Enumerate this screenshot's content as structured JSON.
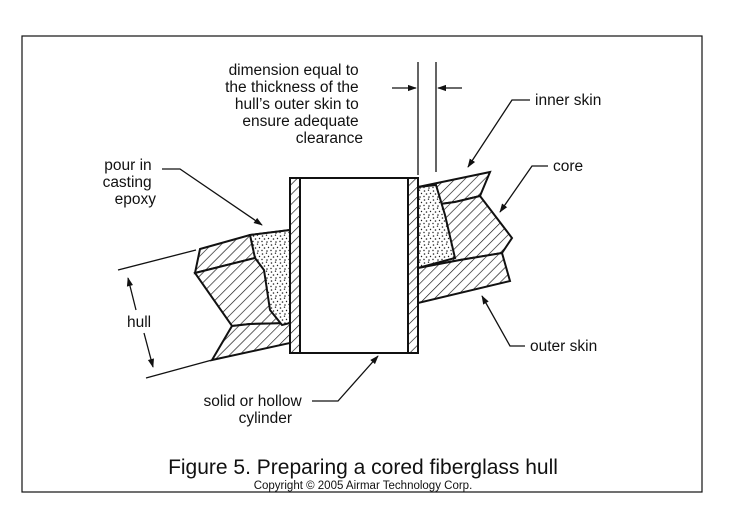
{
  "figure": {
    "title": "Figure 5. Preparing a cored fiberglass hull",
    "copyright": "Copyright © 2005 Airmar Technology Corp."
  },
  "labels": {
    "dimension": [
      "dimension equal to",
      "the thickness of the",
      "hull’s outer skin to",
      "ensure adequate",
      "clearance"
    ],
    "inner_skin": "inner skin",
    "core": "core",
    "pour": [
      "pour in",
      "casting",
      "epoxy"
    ],
    "hull": "hull",
    "outer_skin": "outer skin",
    "cylinder": [
      "solid or hollow",
      "cylinder"
    ]
  }
}
